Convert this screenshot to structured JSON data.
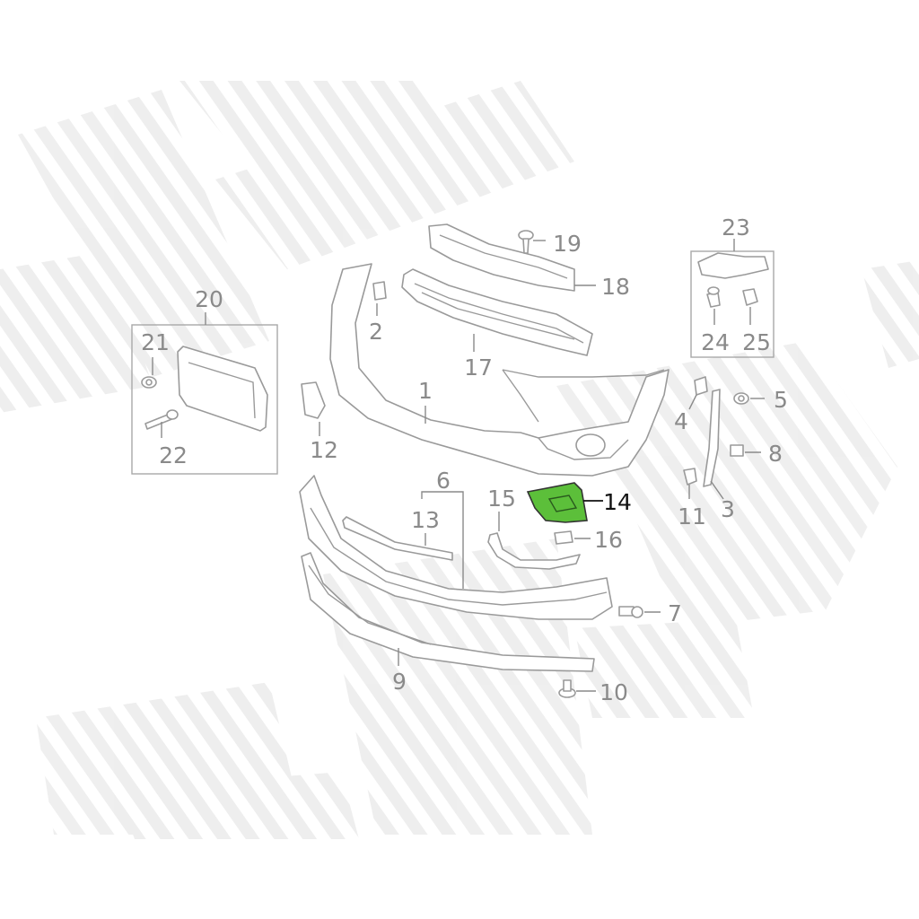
{
  "diagram": {
    "highlight_color": "#5cbf3a",
    "highlighted_part": "14",
    "callouts": [
      {
        "id": "p1",
        "label": "1"
      },
      {
        "id": "p2",
        "label": "2"
      },
      {
        "id": "p3",
        "label": "3"
      },
      {
        "id": "p4",
        "label": "4"
      },
      {
        "id": "p5",
        "label": "5"
      },
      {
        "id": "p6",
        "label": "6"
      },
      {
        "id": "p7",
        "label": "7"
      },
      {
        "id": "p8",
        "label": "8"
      },
      {
        "id": "p9",
        "label": "9"
      },
      {
        "id": "p10",
        "label": "10"
      },
      {
        "id": "p11",
        "label": "11"
      },
      {
        "id": "p12",
        "label": "12"
      },
      {
        "id": "p13",
        "label": "13"
      },
      {
        "id": "p14",
        "label": "14"
      },
      {
        "id": "p15",
        "label": "15"
      },
      {
        "id": "p16",
        "label": "16"
      },
      {
        "id": "p17",
        "label": "17"
      },
      {
        "id": "p18",
        "label": "18"
      },
      {
        "id": "p19",
        "label": "19"
      },
      {
        "id": "p20",
        "label": "20"
      },
      {
        "id": "p21",
        "label": "21"
      },
      {
        "id": "p22",
        "label": "22"
      },
      {
        "id": "p23",
        "label": "23"
      },
      {
        "id": "p24",
        "label": "24"
      },
      {
        "id": "p25",
        "label": "25"
      }
    ]
  }
}
